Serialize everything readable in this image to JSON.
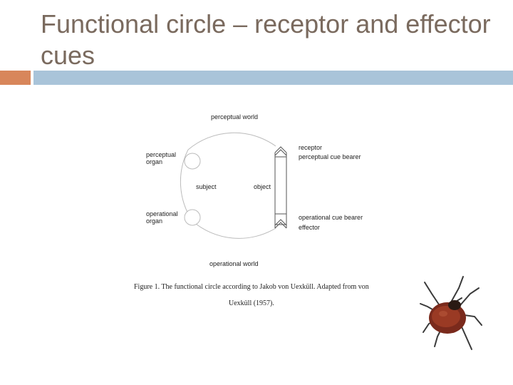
{
  "slide": {
    "title": "Functional circle – receptor and effector cues"
  },
  "figure": {
    "labels": {
      "perceptual_world": "perceptual world",
      "perceptual_organ": "perceptual organ",
      "subject": "subject",
      "object": "object",
      "operational_organ": "operational organ",
      "operational_world": "operational world",
      "receptor": "receptor",
      "perceptual_cue_bearer": "perceptual cue bearer",
      "operational_cue_bearer": "operational cue bearer",
      "effector": "effector"
    },
    "caption_line1": "Figure 1. The functional circle according to Jakob von Uexküll. Adapted from von",
    "caption_line2": "Uexküll (1957)."
  },
  "colors": {
    "title": "#7a6a5e",
    "accent": "#d8865b",
    "bar": "#a9c4d9"
  },
  "icons": {
    "tick": "tick-insect-icon"
  }
}
